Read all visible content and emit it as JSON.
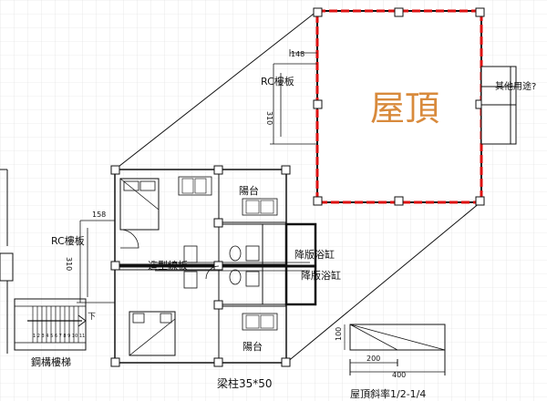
{
  "zoom": {
    "title": "屋頂",
    "rc_slab": "RC樓板",
    "dim_148": "148",
    "dim_310": "310",
    "other_use": "其他用途?"
  },
  "plan": {
    "balcony_top": "陽台",
    "balcony_bottom": "陽台",
    "rc_slab": "RC樓板",
    "dim_158": "158",
    "dim_310": "310",
    "tub_1": "降版浴缸",
    "tub_2": "降版浴缸",
    "molding": "造型線板",
    "stair_down": "下",
    "stair_numbers": "1 2 3 4 5 6 7 8 9 10 11",
    "steel_stair": "鋼構樓梯",
    "column": "梁柱35*50"
  },
  "slope": {
    "dim_100": "100",
    "dim_200": "200",
    "dim_400": "400",
    "caption": "屋頂斜率1/2-1/4"
  },
  "colors": {
    "roof_title": "#d88a3c",
    "roof_border": "#dd1111",
    "grid": "#d9d9d9",
    "line": "#111111"
  }
}
